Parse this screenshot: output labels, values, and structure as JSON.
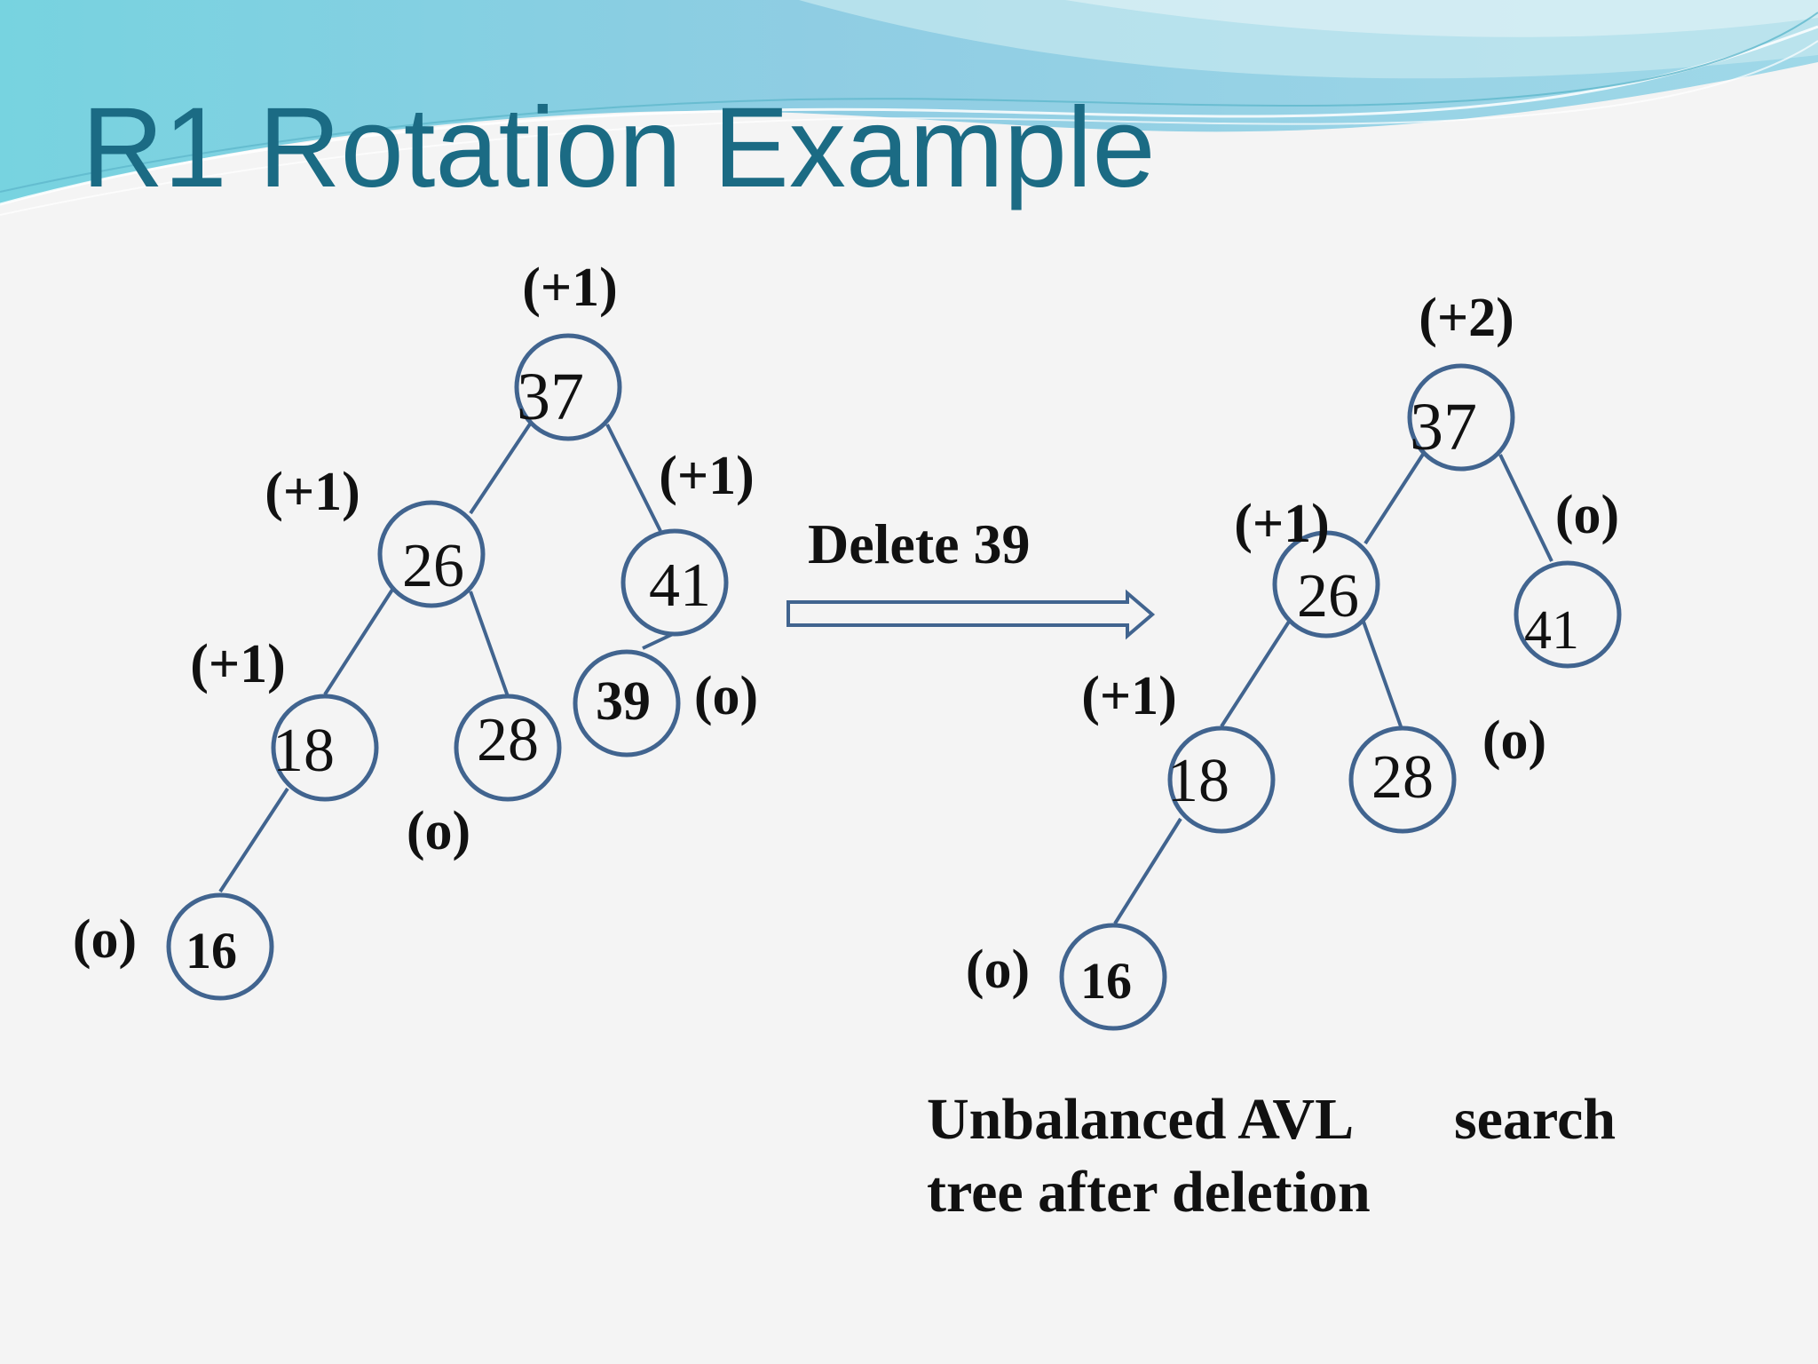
{
  "slide": {
    "title": "R1 Rotation Example",
    "colors": {
      "title": "#1b6b84",
      "node_stroke": "#41648f",
      "text": "#111111",
      "background": "#f4f4f4"
    }
  },
  "before_tree": {
    "nodes": [
      {
        "id": "37",
        "value": "37",
        "balance": "(+1)"
      },
      {
        "id": "26",
        "value": "26",
        "balance": "(+1)"
      },
      {
        "id": "41",
        "value": "41",
        "balance": "(+1)"
      },
      {
        "id": "18",
        "value": "18",
        "balance": "(+1)"
      },
      {
        "id": "28",
        "value": "28",
        "balance": "(o)"
      },
      {
        "id": "39",
        "value": "39",
        "balance": "(o)"
      },
      {
        "id": "16",
        "value": "16",
        "balance": "(o)"
      }
    ],
    "edges": [
      [
        "37",
        "26"
      ],
      [
        "37",
        "41"
      ],
      [
        "26",
        "18"
      ],
      [
        "26",
        "28"
      ],
      [
        "41",
        "39"
      ],
      [
        "18",
        "16"
      ]
    ]
  },
  "operation": {
    "label": "Delete 39"
  },
  "after_tree": {
    "nodes": [
      {
        "id": "37",
        "value": "37",
        "balance": "(+2)"
      },
      {
        "id": "26",
        "value": "26",
        "balance": "(+1)"
      },
      {
        "id": "41",
        "value": "41",
        "balance": "(o)"
      },
      {
        "id": "18",
        "value": "18",
        "balance": "(+1)"
      },
      {
        "id": "28",
        "value": "28",
        "balance": "(o)"
      },
      {
        "id": "16",
        "value": "16",
        "balance": "(o)"
      }
    ],
    "edges": [
      [
        "37",
        "26"
      ],
      [
        "37",
        "41"
      ],
      [
        "26",
        "18"
      ],
      [
        "26",
        "28"
      ],
      [
        "18",
        "16"
      ]
    ]
  },
  "caption": {
    "line1_a": "Unbalanced AVL",
    "line1_b": "search",
    "line2": "tree after deletion"
  }
}
